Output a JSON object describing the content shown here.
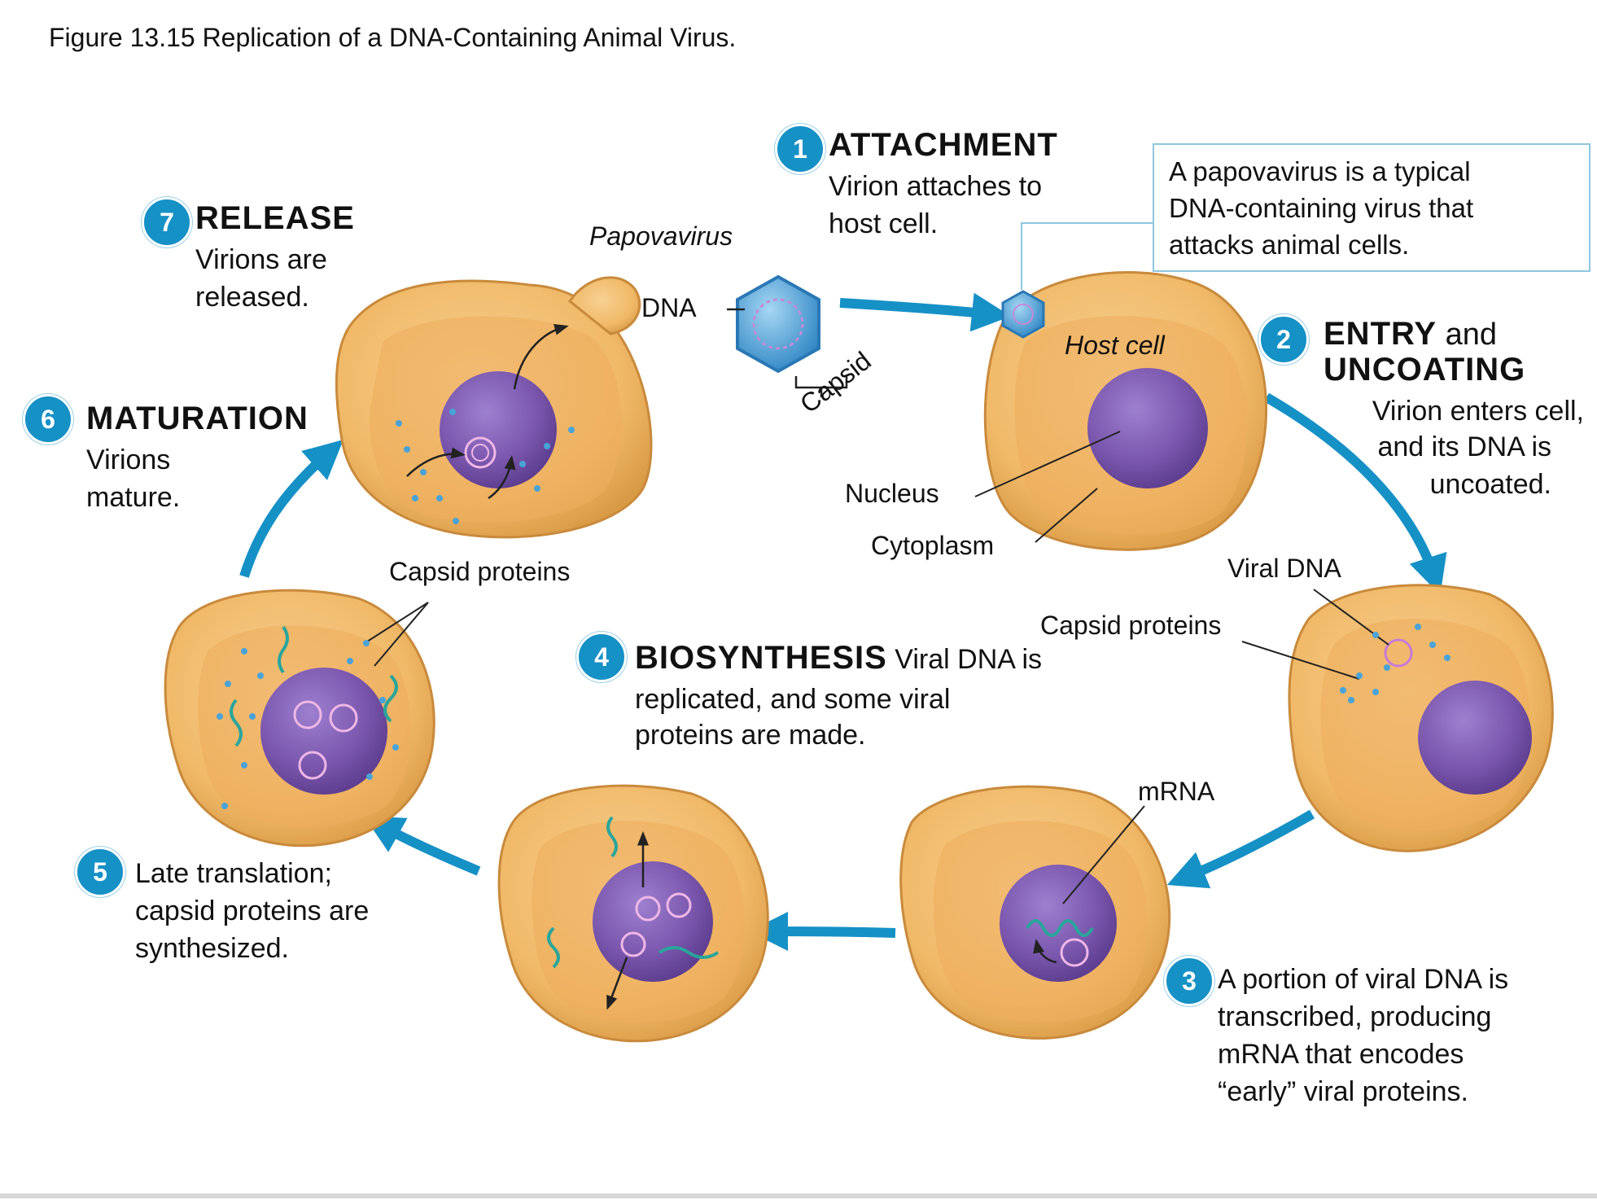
{
  "figure_title": "Figure 13.15 Replication of a DNA-Containing Animal Virus.",
  "colors": {
    "badge": "#1591c6",
    "arrow": "#1591c6",
    "cell_fill": "#f3c27a",
    "cell_edge": "#d9a050",
    "nucleus": "#7a57a8",
    "virus": "#4aa3d8",
    "mrna": "#2aa59b"
  },
  "steps": [
    {
      "number": "1",
      "heading": "ATTACHMENT",
      "lines": [
        "Virion attaches to",
        "host cell."
      ]
    },
    {
      "number": "2",
      "heading": "ENTRY",
      "heading_suffix": " and",
      "heading2": "UNCOATING",
      "lines": [
        "Virion enters cell,",
        "and its DNA is",
        "uncoated."
      ]
    },
    {
      "number": "3",
      "lines": [
        "A portion of viral DNA is",
        "transcribed, producing",
        "mRNA that encodes",
        "“early” viral proteins."
      ]
    },
    {
      "number": "4",
      "heading": "BIOSYNTHESIS",
      "heading_suffix": " Viral DNA is",
      "lines": [
        "replicated, and some viral",
        "proteins are made."
      ]
    },
    {
      "number": "5",
      "lines": [
        "Late translation;",
        "capsid proteins are",
        "synthesized."
      ]
    },
    {
      "number": "6",
      "heading": "MATURATION",
      "lines": [
        "Virions",
        "mature."
      ]
    },
    {
      "number": "7",
      "heading": "RELEASE",
      "lines": [
        "Virions are",
        "released."
      ]
    }
  ],
  "info_box": [
    "A papovavirus is a typical",
    "DNA-containing virus that",
    "attacks animal cells."
  ],
  "labels": {
    "papovavirus": "Papovavirus",
    "dna": "DNA",
    "capsid": "Capsid",
    "host_cell": "Host cell",
    "nucleus": "Nucleus",
    "cytoplasm": "Cytoplasm",
    "viral_dna": "Viral DNA",
    "capsid_proteins_right": "Capsid proteins",
    "capsid_proteins_left": "Capsid proteins",
    "mrna": "mRNA"
  }
}
